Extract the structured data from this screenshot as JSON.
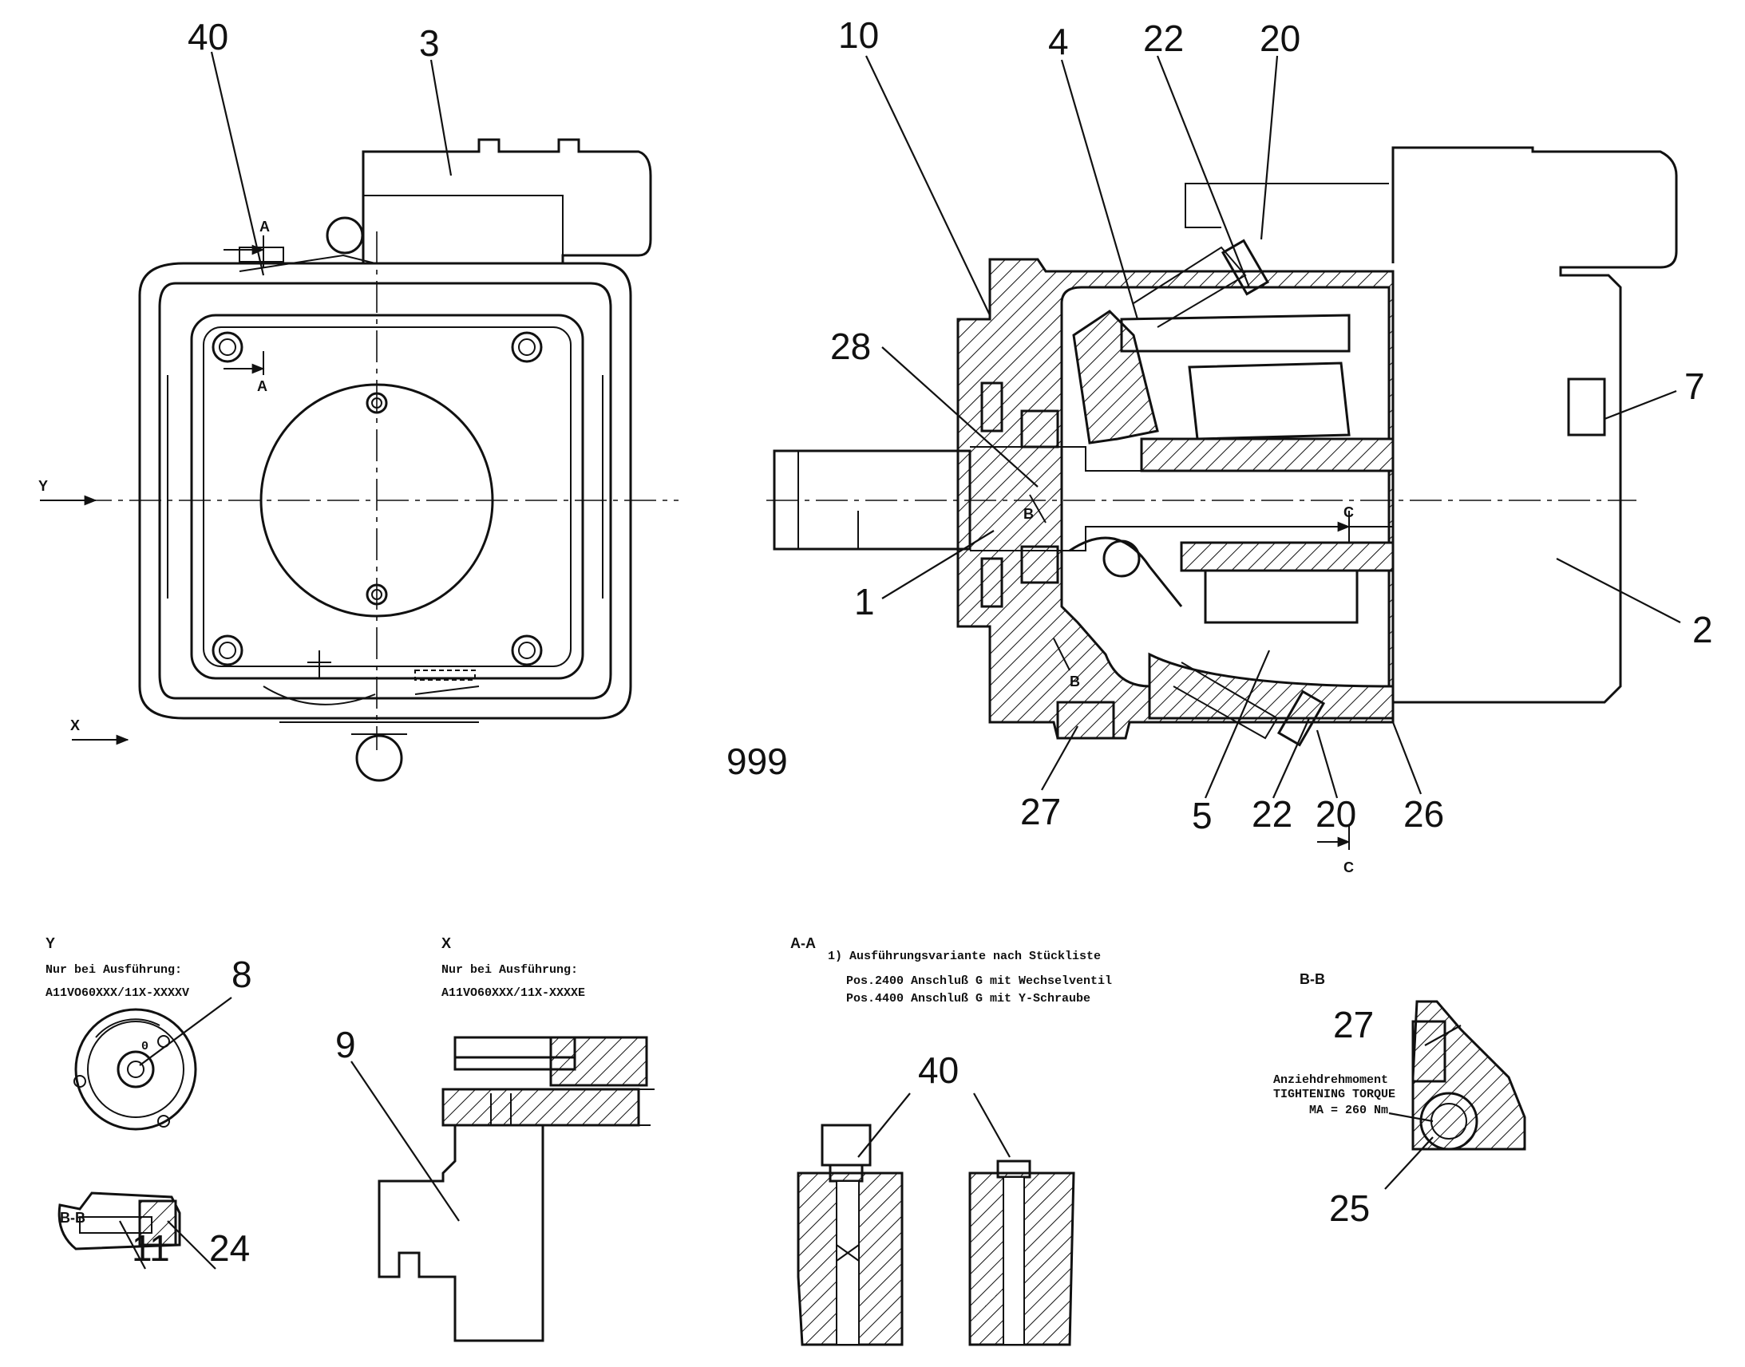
{
  "callouts": {
    "c40_top": "40",
    "c3": "3",
    "c10": "10",
    "c4": "4",
    "c22_top": "22",
    "c20_top": "20",
    "c28": "28",
    "c7": "7",
    "c1": "1",
    "c2": "2",
    "c999": "999",
    "c27": "27",
    "c5": "5",
    "c22_bot": "22",
    "c20_bot": "20",
    "c26": "26",
    "c8": "8",
    "c9": "9",
    "c40_mid": "40",
    "c27_bb": "27",
    "c25": "25",
    "c11": "11",
    "c24": "24"
  },
  "view_labels": {
    "arrow_y": "Y",
    "arrow_x": "X",
    "sec_a_top": "A",
    "sec_a_bot": "A",
    "sec_b_top": "B",
    "sec_b_bot": "B",
    "sec_c_top": "C",
    "sec_c_bot": "C"
  },
  "detail_y": {
    "title": "Y",
    "line1": "Nur bei Ausführung:",
    "line2": "A11VO60XXX/11X-XXXXV",
    "dial_mark": "0"
  },
  "detail_x": {
    "title": "X",
    "line1": "Nur bei Ausführung:",
    "line2": "A11VO60XXX/11X-XXXXE"
  },
  "detail_aa": {
    "title": "A-A",
    "line1": "1) Ausführungsvariante nach Stückliste",
    "line2": "Pos.2400 Anschluß G mit Wechselventil",
    "line3": "Pos.4400 Anschluß G mit Y-Schraube"
  },
  "detail_bb_right": {
    "title": "B-B",
    "torque1": "Anziehdrehmoment",
    "torque2": "TIGHTENING TORQUE",
    "torque3": "MA = 260 Nm"
  },
  "detail_bb_left": {
    "title": "B-B"
  }
}
